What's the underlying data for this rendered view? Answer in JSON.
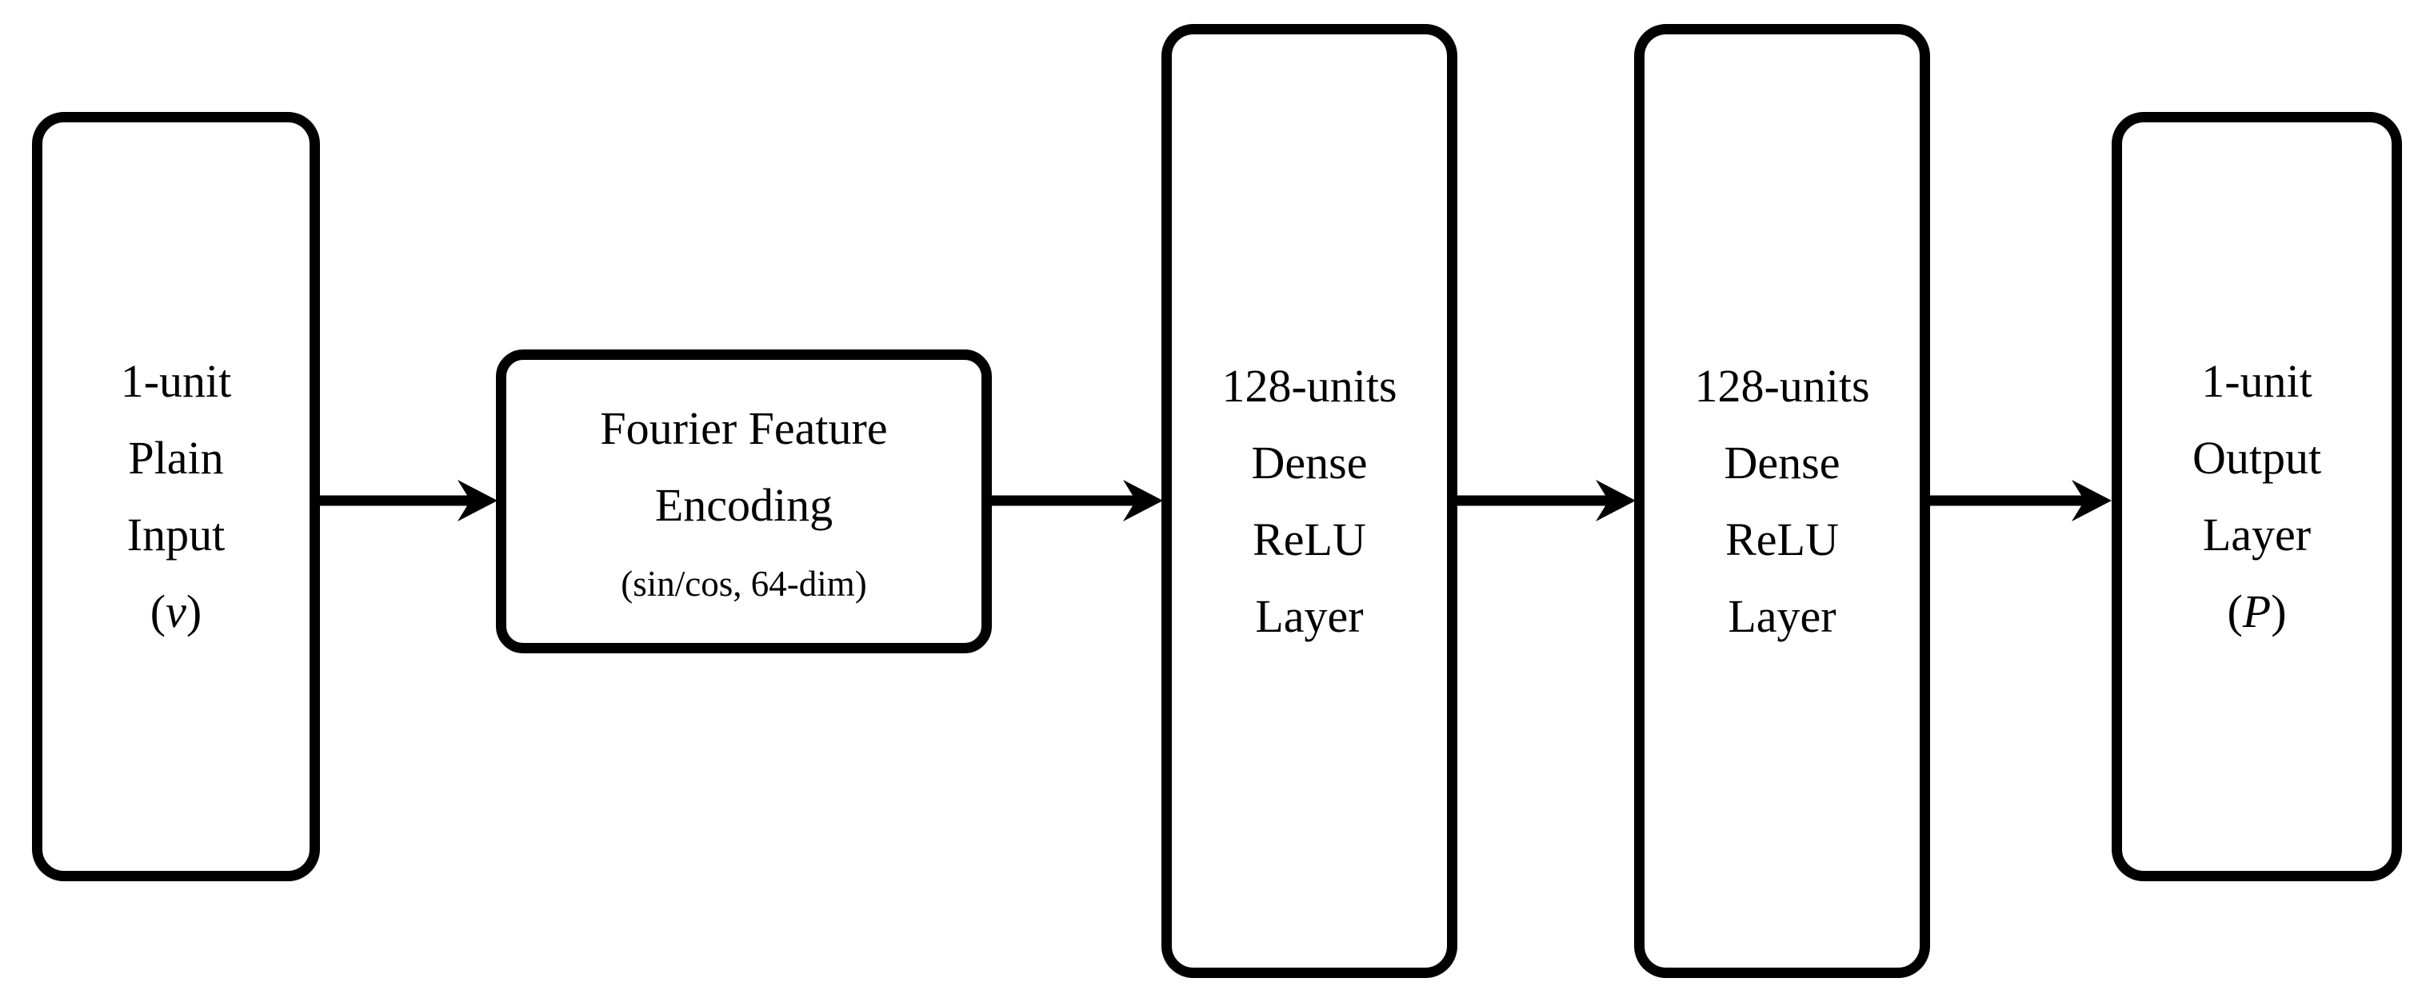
{
  "canvas": {
    "background": "#ffffff",
    "ink": "#000000"
  },
  "nodes": {
    "input": {
      "line1": "1-unit",
      "line2": "Plain",
      "line3": "Input",
      "sym": {
        "open": "(",
        "var": "v",
        "close": ")"
      }
    },
    "fourier": {
      "line1": "Fourier Feature",
      "line2": "Encoding",
      "subtitle": "(sin/cos, 64-dim)"
    },
    "dense1": {
      "line1": "128-units",
      "line2": "Dense",
      "line3": "ReLU",
      "line4": "Layer"
    },
    "dense2": {
      "line1": "128-units",
      "line2": "Dense",
      "line3": "ReLU",
      "line4": "Layer"
    },
    "output": {
      "line1": "1-unit",
      "line2": "Output",
      "line3": "Layer",
      "sym": {
        "open": "(",
        "var": "P",
        "close": ")"
      }
    }
  },
  "edges": [
    {
      "from": "plain-input",
      "to": "fourier-feature-encoding"
    },
    {
      "from": "fourier-feature-encoding",
      "to": "dense-relu-layer-1"
    },
    {
      "from": "dense-relu-layer-1",
      "to": "dense-relu-layer-2"
    },
    {
      "from": "dense-relu-layer-2",
      "to": "output-layer"
    }
  ]
}
